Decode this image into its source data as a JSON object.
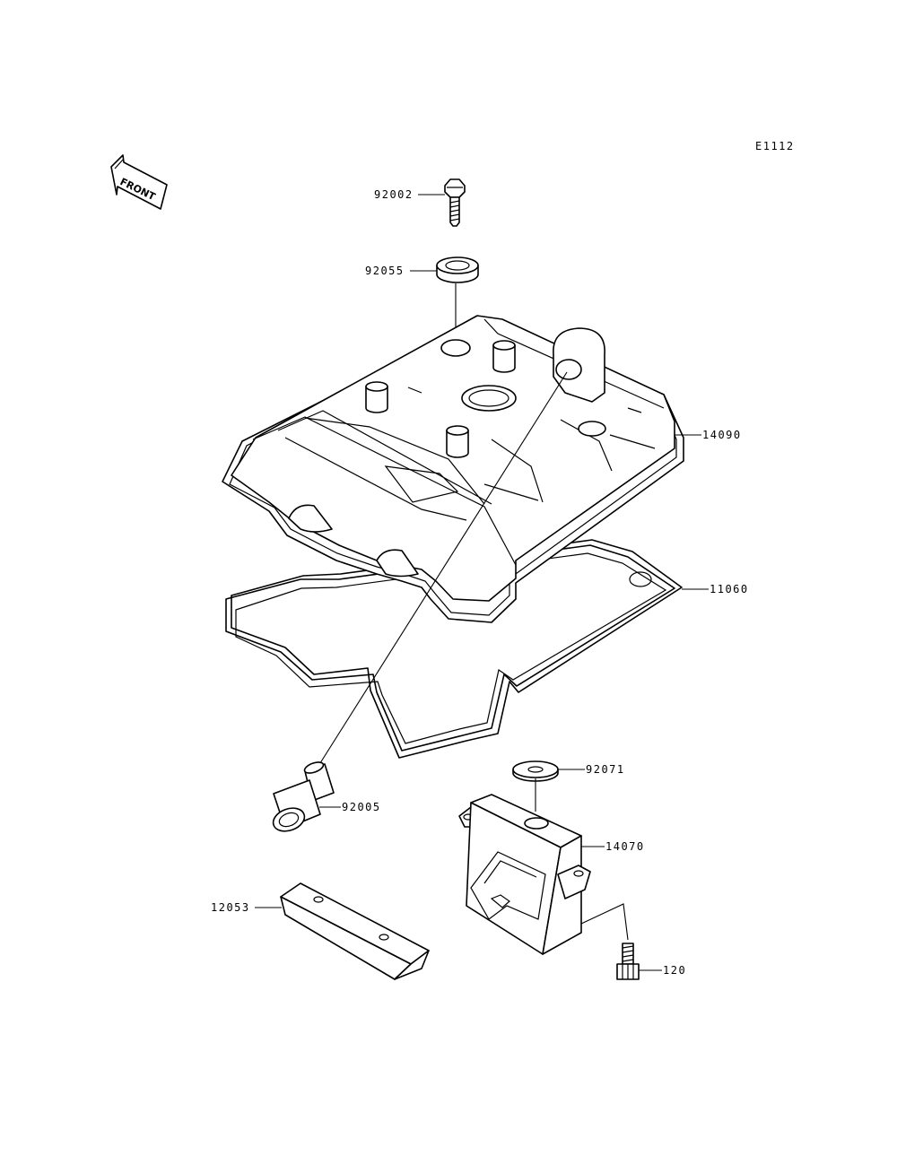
{
  "diagram": {
    "code": "E1112",
    "front_label": "FRONT",
    "parts": [
      {
        "id": "92002"
      },
      {
        "id": "92055"
      },
      {
        "id": "14090"
      },
      {
        "id": "11060"
      },
      {
        "id": "92071"
      },
      {
        "id": "92005"
      },
      {
        "id": "14070"
      },
      {
        "id": "12053"
      },
      {
        "id": "120"
      }
    ]
  }
}
